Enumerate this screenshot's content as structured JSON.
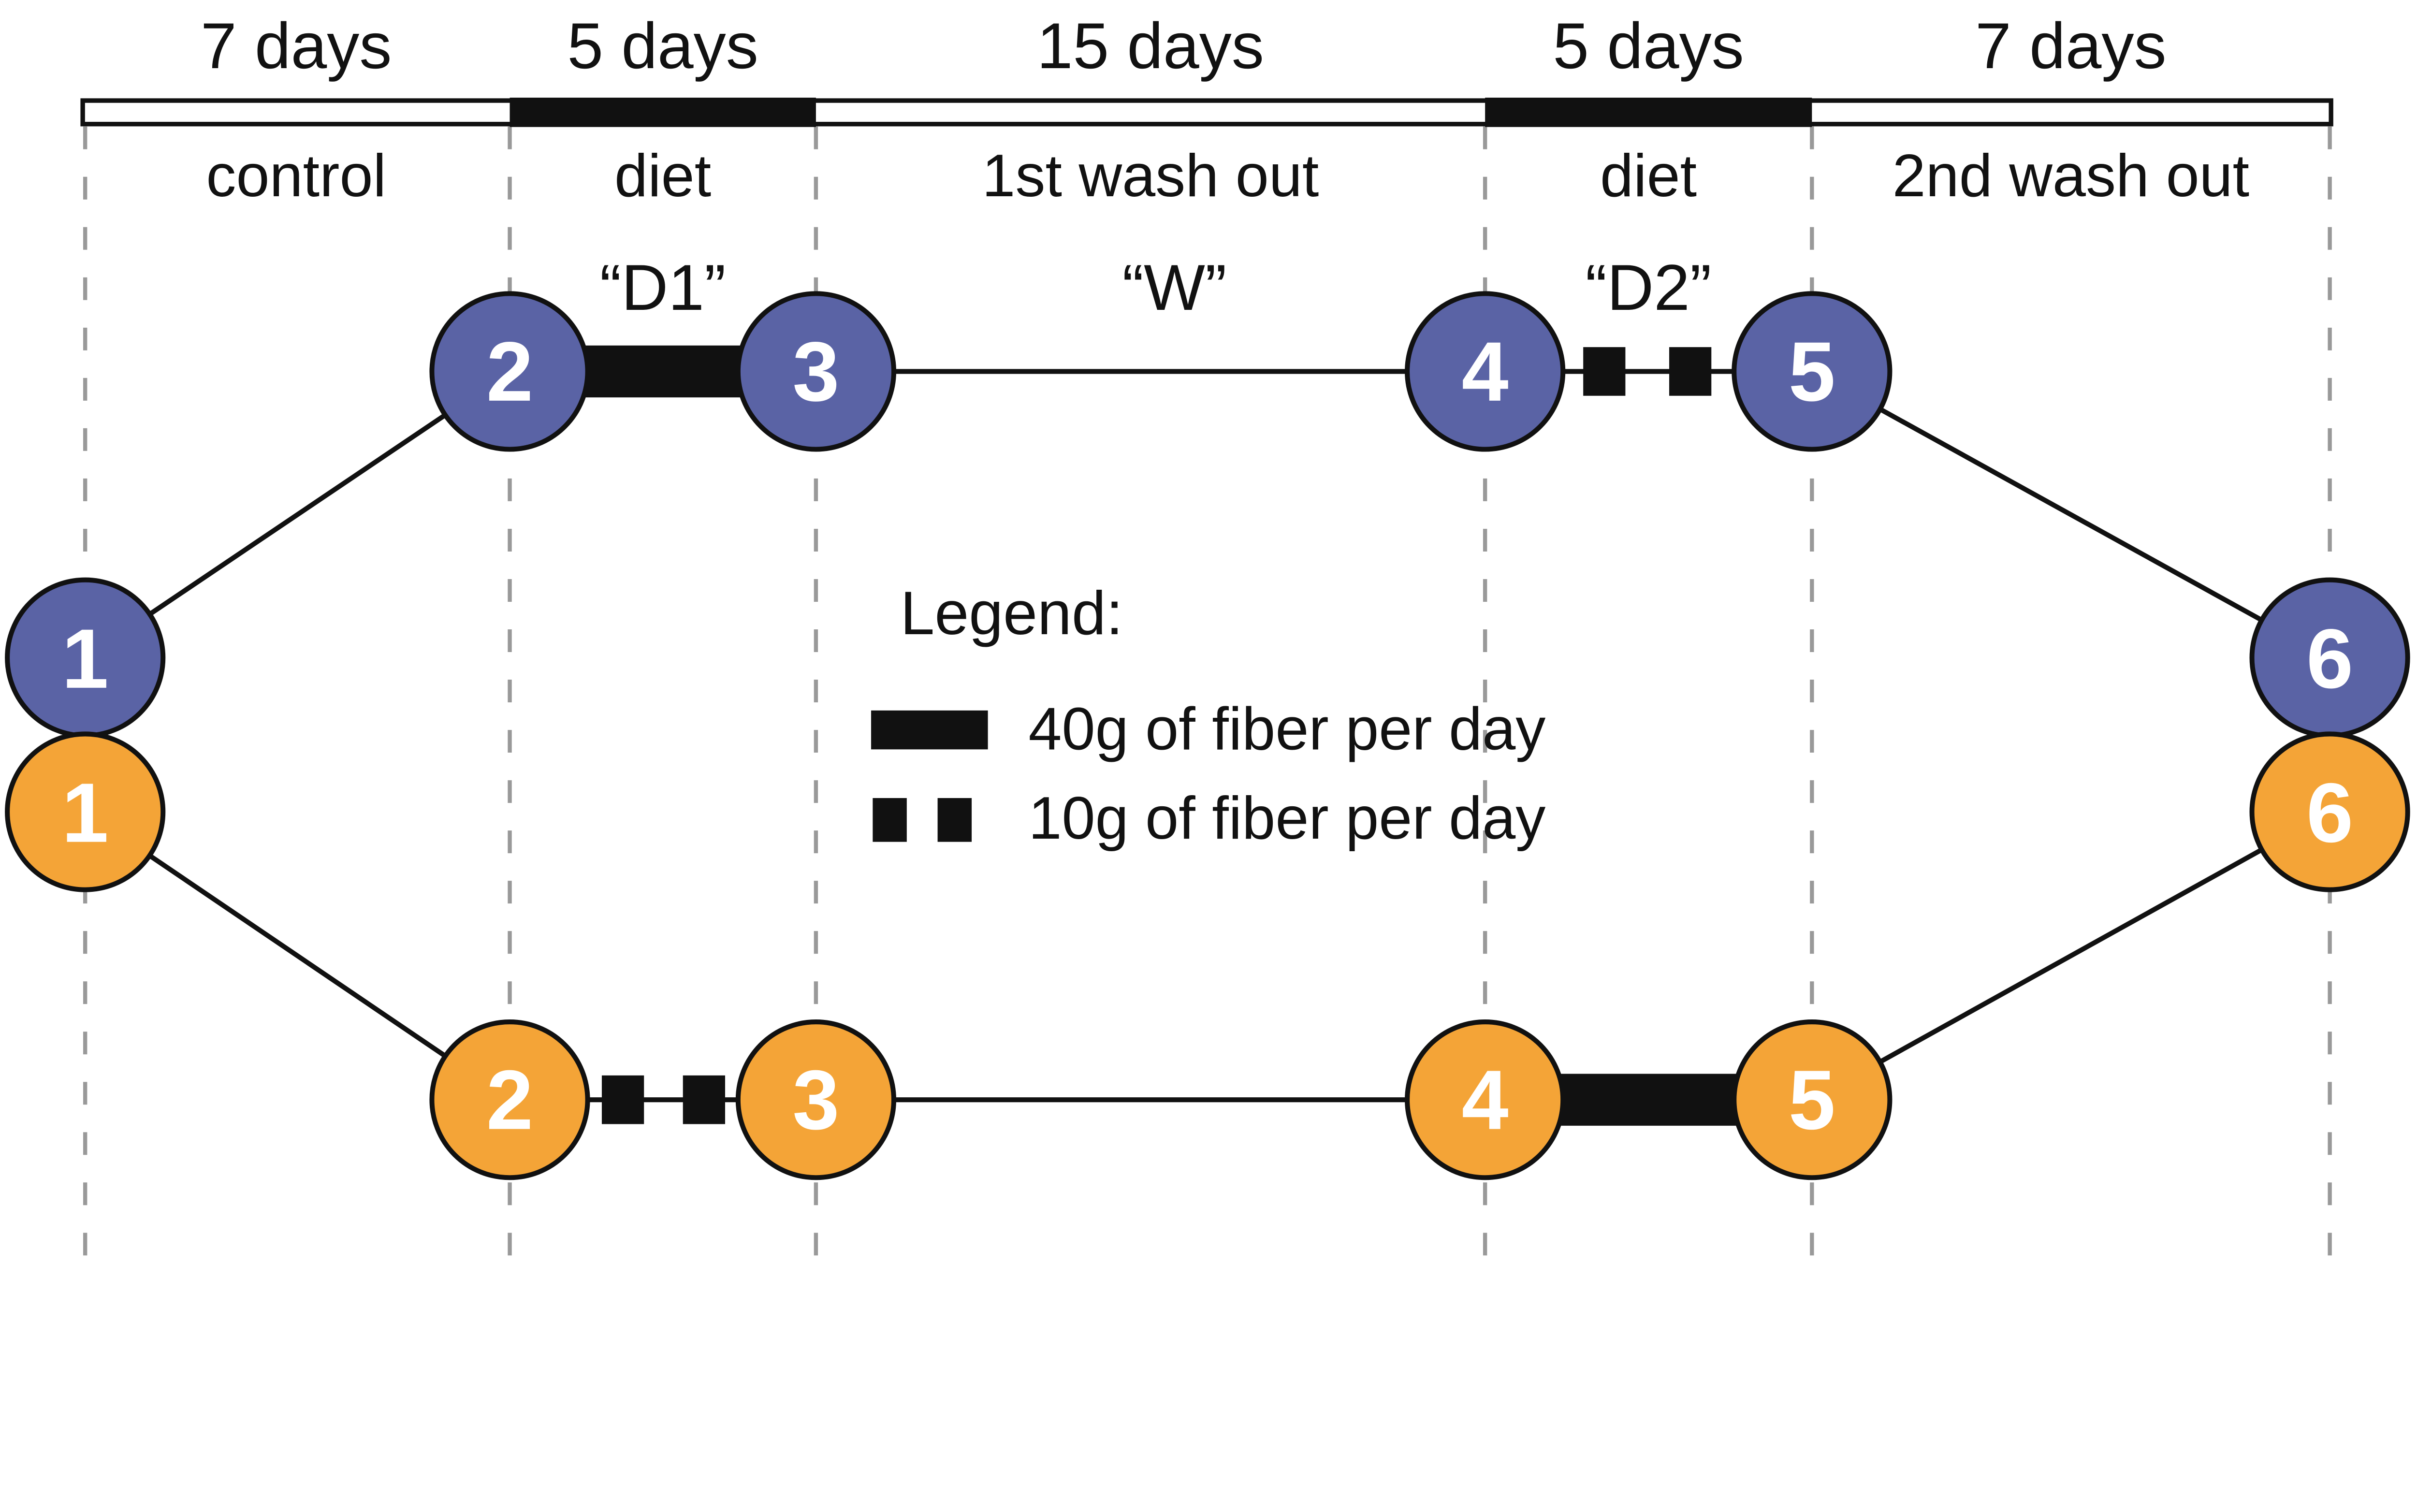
{
  "phases": [
    {
      "duration": "7 days",
      "name": "control"
    },
    {
      "duration": "5 days",
      "name": "diet",
      "code": "“D1”"
    },
    {
      "duration": "15 days",
      "name": "1st wash out",
      "code": "“W”"
    },
    {
      "duration": "5 days",
      "name": "diet",
      "code": "“D2”"
    },
    {
      "duration": "7 days",
      "name": "2nd wash out"
    }
  ],
  "arms": {
    "top": {
      "visits": [
        "1",
        "2",
        "3",
        "4",
        "5",
        "6"
      ],
      "intervals": [
        {
          "from": "2",
          "to": "3",
          "style": "thick-bar"
        },
        {
          "from": "3",
          "to": "4",
          "style": "thin-line"
        },
        {
          "from": "4",
          "to": "5",
          "style": "dashed-squares"
        }
      ]
    },
    "bottom": {
      "visits": [
        "1",
        "2",
        "3",
        "4",
        "5",
        "6"
      ],
      "intervals": [
        {
          "from": "2",
          "to": "3",
          "style": "dashed-squares"
        },
        {
          "from": "3",
          "to": "4",
          "style": "thin-line"
        },
        {
          "from": "4",
          "to": "5",
          "style": "thick-bar"
        }
      ]
    }
  },
  "legend": {
    "title": "Legend:",
    "items": [
      {
        "swatch": "thick-bar",
        "label": "40g of fiber per day"
      },
      {
        "swatch": "dashed-squares",
        "label": "10g of fiber per day"
      }
    ]
  },
  "colors": {
    "arm_top": "#5A63A5",
    "arm_bottom": "#F4A437",
    "ink": "#111111",
    "guide": "#999999",
    "bar_fill": "#ffffff"
  }
}
